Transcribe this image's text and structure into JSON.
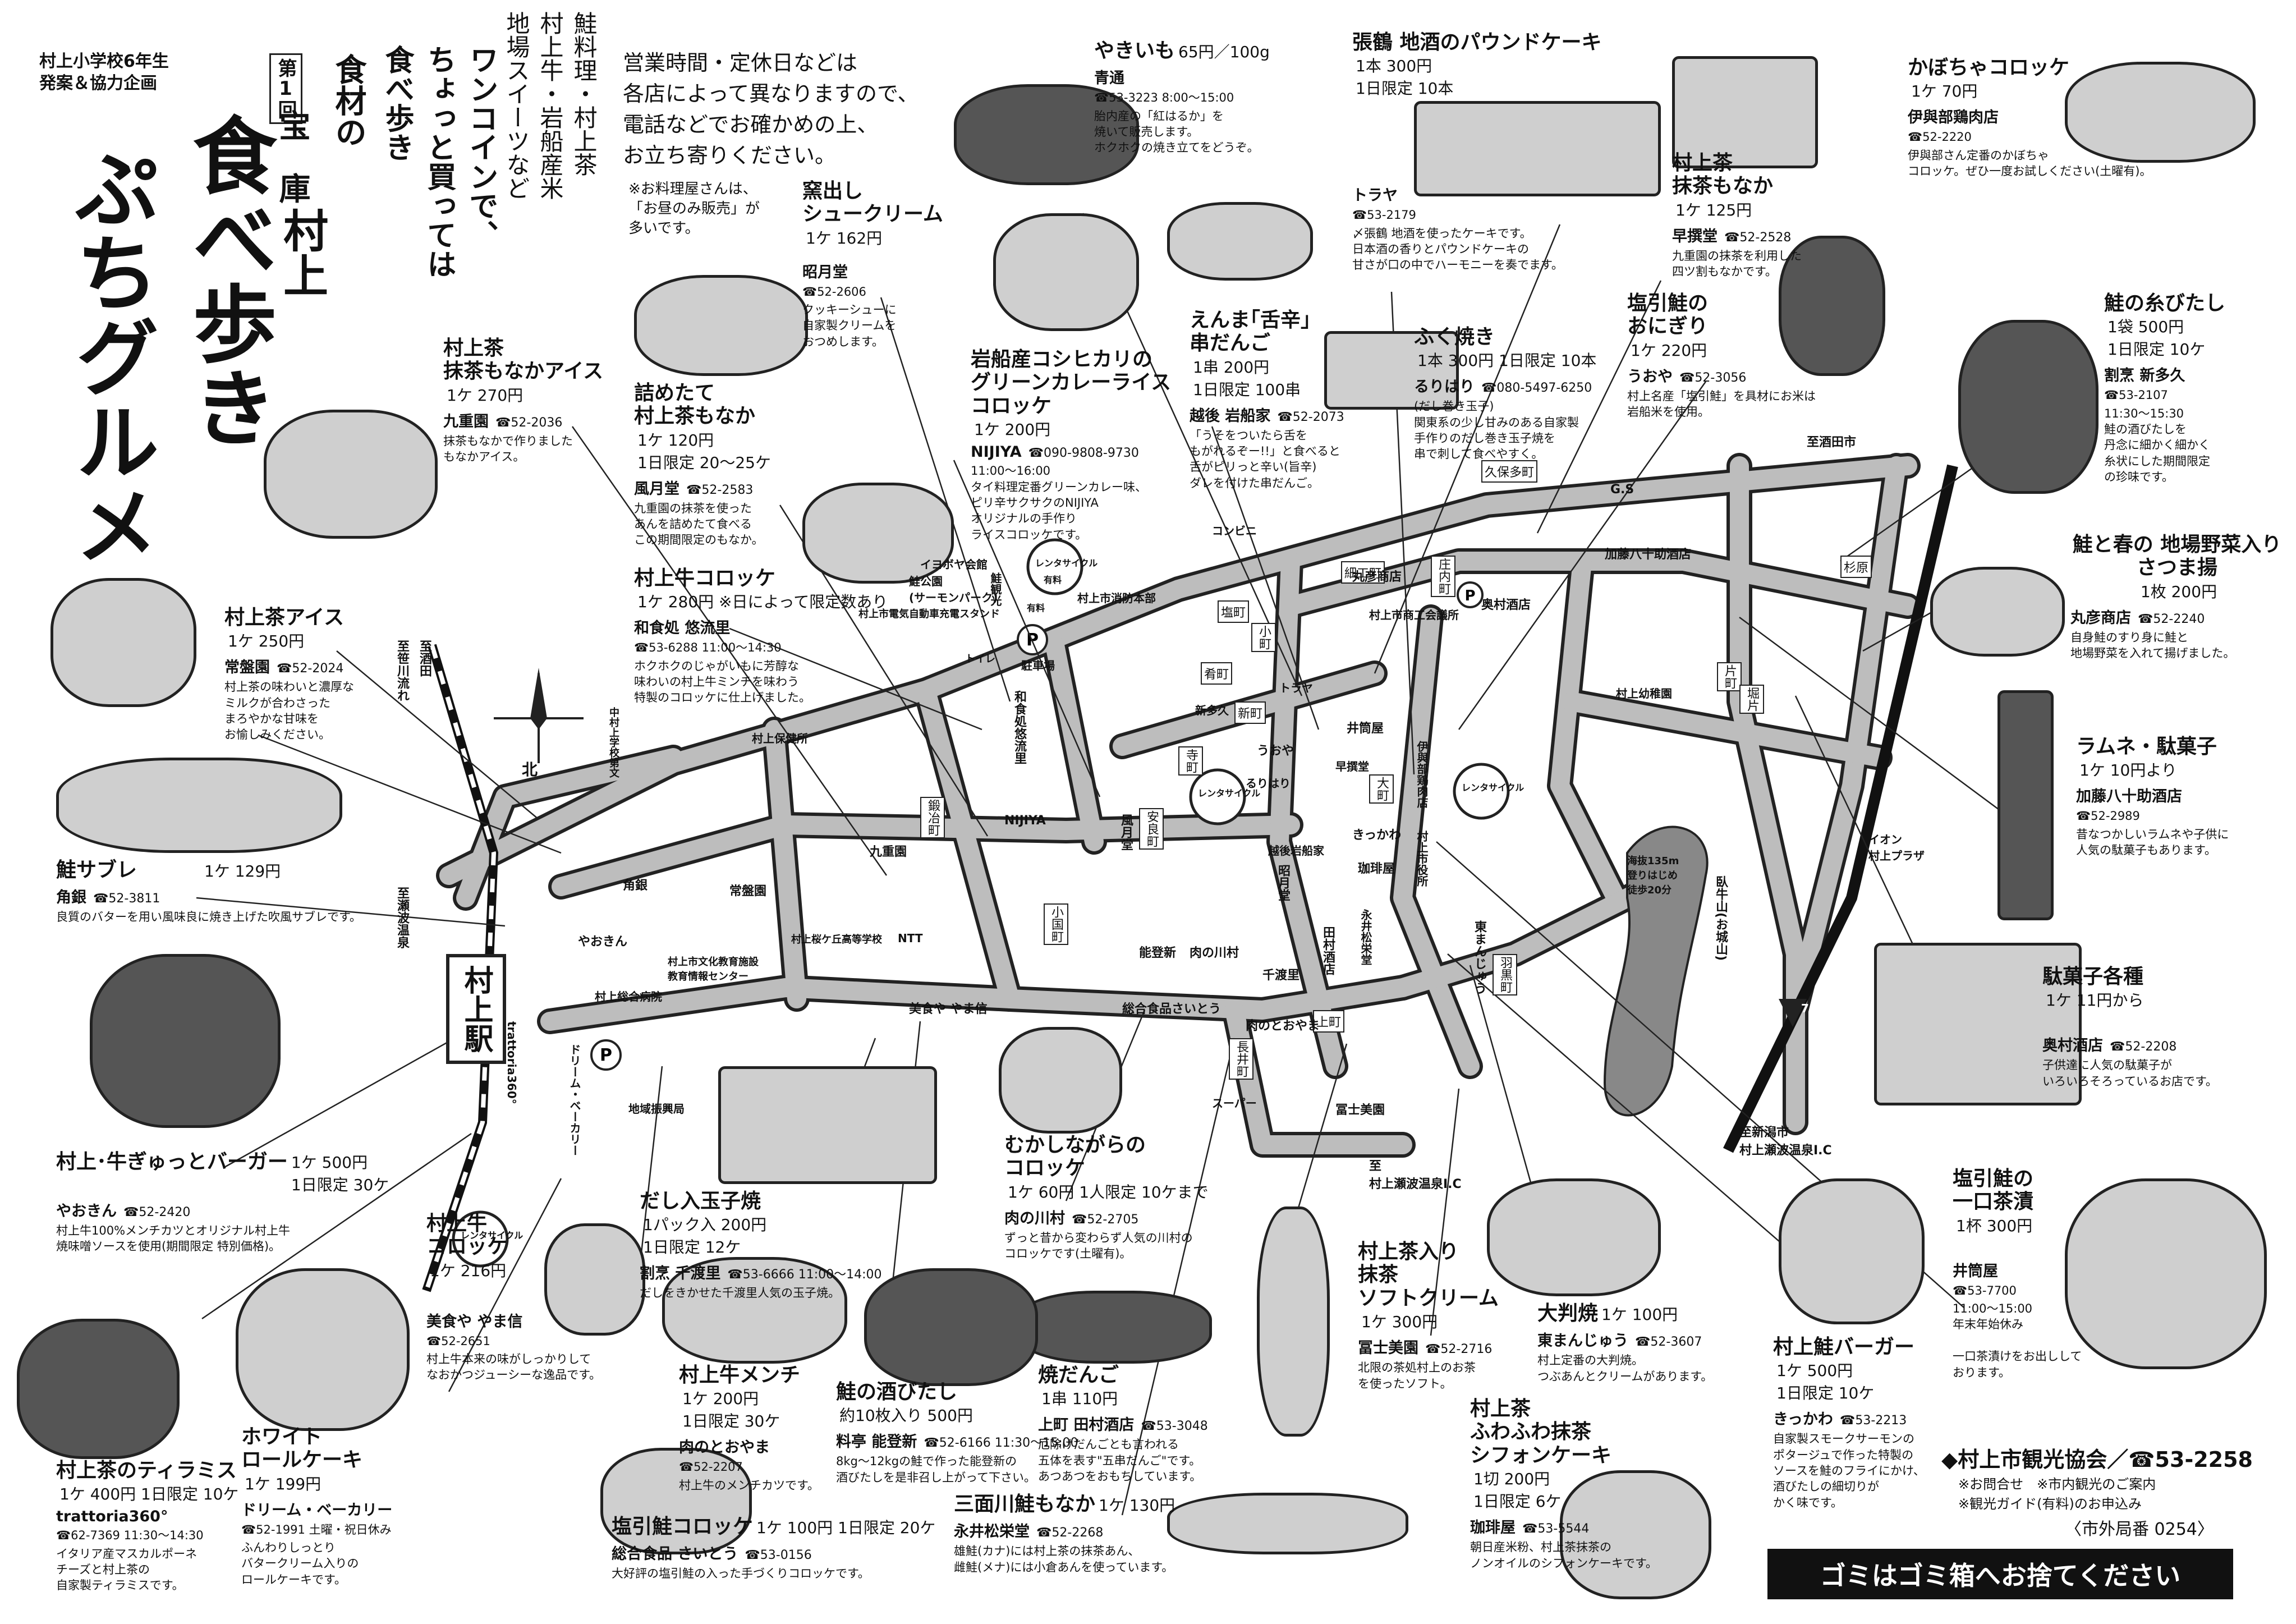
{
  "header": {
    "school": "村上小学校6年生",
    "project": "発案＆協力企画",
    "issue": "第1回",
    "subtitle1": "食材の",
    "subtitle2": "宝　庫",
    "town": "村上",
    "title1": "食べ歩き",
    "title2": "ぷちグルメ",
    "slogan1": "ワンコインで、",
    "slogan2": "ちょっと買っては",
    "slogan3": "食べ歩き",
    "tags1": "鮭料理・村上茶",
    "tags2": "村上牛・岩船産米",
    "tags3": "地場スイーツなど",
    "notice1": "営業時間・定休日などは",
    "notice2": "各店によって異なりますので、",
    "notice3": "電話などでお確かめの上、",
    "notice4": "お立ち寄りください。",
    "note1": "※お料理屋さんは、",
    "note2": "「お昼のみ販売」が",
    "note3": "多いです。"
  },
  "items": [
    {
      "name": "村上茶\n抹茶もなかアイス",
      "price": "1ケ 270円",
      "shop": "九重園",
      "tel": "☎52-2036",
      "desc": "抹茶もなかで作りました\nもなかアイス。"
    },
    {
      "name": "村上茶アイス",
      "price": "1ケ 250円",
      "shop": "常盤園",
      "tel": "☎52-2024",
      "desc": "村上茶の味わいと濃厚な\nミルクが合わさった\nまろやかな甘味を\nお愉しみください。"
    },
    {
      "name": "鮭サブレ",
      "price": "1ケ 129円",
      "shop": "角銀",
      "tel": "☎52-3811",
      "desc": "良質のバターを用い風味良に焼き上げた吹風サブレです。"
    },
    {
      "name": "村上･牛ぎゅっとバーガー",
      "price": "1ケ 500円\n1日限定 30ケ",
      "shop": "やおきん",
      "tel": "☎52-2420",
      "desc": "村上牛100%メンチカツとオリジナル村上牛\n焼味噌ソースを使用(期間限定 特別価格)。"
    },
    {
      "name": "村上茶のティラミス",
      "price": "1ケ 400円 1日限定 10ケ",
      "shop": "trattoria360°",
      "tel": "☎62-7369 11:30〜14:30",
      "desc": "イタリア産マスカルポーネ\nチーズと村上茶の\n自家製ティラミスです。"
    },
    {
      "name": "ホワイト\nロールケーキ",
      "price": "1ケ 199円",
      "shop": "ドリーム・ベーカリー",
      "tel": "☎52-1991 土曜・祝日休み",
      "desc": "ふんわりしっとり\nバタークリーム入りの\nロールケーキです。"
    },
    {
      "name": "村上牛\nコロッケ",
      "price": "1ケ 216円",
      "shop": "美食や やま信",
      "tel": "☎52-2651",
      "desc": "村上牛本来の味がしっかりして\nなおかつジューシーな逸品です。"
    },
    {
      "name": "だし入玉子焼",
      "price": "1パック入 200円\n1日限定 12ケ",
      "shop": "割烹 千渡里",
      "tel": "☎53-6666 11:00〜14:00",
      "desc": "だしをきかせた千渡里人気の玉子焼。"
    },
    {
      "name": "村上牛メンチ",
      "price": "1ケ 200円\n1日限定 30ケ",
      "shop": "肉のとおやま",
      "tel": "☎52-2207",
      "desc": "村上牛のメンチカツです。"
    },
    {
      "name": "塩引鮭コロッケ",
      "price": "1ケ 100円 1日限定 20ケ",
      "shop": "総合食品 さいとう",
      "tel": "☎53-0156",
      "desc": "大好評の塩引鮭の入った手づくりコロッケです。"
    },
    {
      "name": "むかしながらの\nコロッケ",
      "price": "1ケ 60円 1人限定 10ケまで",
      "shop": "肉の川村",
      "tel": "☎52-2705",
      "desc": "ずっと昔から変わらず人気の川村の\nコロッケです(土曜有)。"
    },
    {
      "name": "鮭の酒びたし",
      "price": "約10枚入り 500円",
      "shop": "料亭 能登新",
      "tel": "☎52-6166 11:30〜15:00",
      "desc": "8kg〜12kgの鮭で作った能登新の\n酒びたしを是非召し上がって下さい。"
    },
    {
      "name": "三面川鮭もなか",
      "price": "1ケ 130円",
      "shop": "永井松栄堂",
      "tel": "☎52-2268",
      "desc": "雄鮭(カナ)には村上茶の抹茶あん、\n雌鮭(メナ)には小倉あんを使っています。"
    },
    {
      "name": "焼だんご",
      "price": "1串 110円",
      "shop": "上町 田村酒店",
      "tel": "☎53-3048",
      "desc": "厄除けだんごとも言われる\n五体を表す\"五串だんご\"です。\nあつあつをおもちしています。"
    },
    {
      "name": "村上茶入り\n抹茶\nソフトクリーム",
      "price": "1ケ 300円",
      "shop": "冨士美園",
      "tel": "☎52-2716",
      "desc": "北限の茶処村上のお茶\nを使ったソフト。"
    },
    {
      "name": "大判焼",
      "price": "1ケ 100円",
      "shop": "東まんじゅう",
      "tel": "☎52-3607",
      "desc": "村上定番の大判焼。\nつぶあんとクリームがあります。"
    },
    {
      "name": "村上茶\nふわふわ抹茶\nシフォンケーキ",
      "price": "1切 200円\n1日限定 6ケ",
      "shop": "珈琲屋",
      "tel": "☎53-5544",
      "desc": "朝日産米粉、村上茶抹茶の\nノンオイルのシフォンケーキです。"
    },
    {
      "name": "村上鮭バーガー",
      "price": "1ケ 500円\n1日限定 10ケ",
      "shop": "きっかわ",
      "tel": "☎53-2213",
      "desc": "自家製スモークサーモンの\nポタージュで作った特製の\nソースを鮭のフライにかけ、\n酒びたしの細切りが\nかく味です。"
    },
    {
      "name": "塩引鮭の\n一口茶漬",
      "price": "1杯 300円",
      "shop": "井筒屋",
      "tel": "☎53-7700",
      "desc": "11:00〜15:00\n年末年始休み\n\n一口茶漬けをお出しして\nおります。"
    },
    {
      "name": "駄菓子各種",
      "price": "1ケ 11円から",
      "shop": "奥村酒店",
      "tel": "☎52-2208",
      "desc": "子供達に人気の駄菓子が\nいろいろそろっているお店です。"
    },
    {
      "name": "ラムネ・駄菓子",
      "price": "1ケ 10円より",
      "shop": "加藤八十助酒店",
      "tel": "☎52-2989",
      "desc": "昔なつかしいラムネや子供に\n人気の駄菓子もあります。"
    },
    {
      "name": "鮭と春の\n地場野菜入り\nさつま揚",
      "price": "1枚 200円",
      "shop": "丸彦商店",
      "tel": "☎52-2240",
      "desc": "自身鮭のすり身に鮭と\n地場野菜を入れて揚げました。"
    },
    {
      "name": "鮭の糸びたし",
      "price": "1袋 500円\n1日限定 10ケ",
      "shop": "割烹 新多久",
      "tel": "☎53-2107",
      "desc": "11:30〜15:30\n鮭の酒びたしを\n丹念に細かく細かく\n糸状にした期間限定\nの珍味です。"
    },
    {
      "name": "かぼちゃコロッケ",
      "price": "1ケ 70円",
      "shop": "伊與部鶏肉店",
      "tel": "☎52-2220",
      "desc": "伊與部さん定番のかぼちゃ\nコロッケ。ぜひ一度お試しください(土曜有)。"
    },
    {
      "name": "村上茶\n抹茶もなか",
      "price": "1ケ 125円",
      "shop": "早撰堂",
      "tel": "☎52-2528",
      "desc": "九重園の抹茶を利用した\n四ツ割もなかです。"
    },
    {
      "name": "塩引鮭の\nおにぎり",
      "price": "1ケ 220円",
      "shop": "うおや",
      "tel": "☎52-3056",
      "desc": "村上名産「塩引鮭」を具材にお米は\n岩船米を使用。"
    },
    {
      "name": "張鶴 地酒のパウンドケーキ",
      "price": "1本 300円\n1日限定 10本",
      "shop": "トラヤ",
      "tel": "☎53-2179",
      "desc": "〆張鶴 地酒を使ったケーキです。\n日本酒の香りとパウンドケーキの\n甘さが口の中でハーモニーを奏でます。"
    },
    {
      "name": "ふく焼き",
      "price": "1本 300円 1日限定 10本",
      "shop": "るりはり",
      "tel": "☎080-5497-6250",
      "desc": "(だし巻き玉子)\n関東系の少し甘みのある自家製\n手作りのだし巻き玉子焼を\n串で刺して食べやすく。"
    },
    {
      "name": "えんま｢舌辛｣\n串だんご",
      "price": "1串 200円\n1日限定 100串",
      "shop": "越後 岩船家",
      "tel": "☎52-2073",
      "desc": "「うそをついたら舌を\nもがれるぞー!!」と食べると\n舌がピリっと辛い(旨辛)\nダレを付けた串だんご。"
    },
    {
      "name": "やきいも",
      "price": "65円／100g",
      "shop": "青通",
      "tel": "☎53-3223 8:00〜15:00",
      "desc": "胎内産の「紅はるか」を\n焼いて販売します。\nホクホクの焼き立てをどうぞ。"
    },
    {
      "name": "窯出し\nシュークリーム",
      "price": "1ケ 162円",
      "shop": "昭月堂",
      "tel": "☎52-2606",
      "desc": "クッキーシューに\n自家製クリームを\nおつめします。"
    },
    {
      "name": "岩船産コシヒカリの\nグリーンカレーライス\nコロッケ",
      "price": "1ケ 200円",
      "shop": "NIJIYA",
      "tel": "☎090-9808-9730",
      "desc": "11:00〜16:00\nタイ料理定番グリーンカレー味、\nピリ辛サクサクのNIJIYA\nオリジナルの手作り\nライスコロッケです。"
    },
    {
      "name": "詰めたて\n村上茶もなか",
      "price": "1ケ 120円\n1日限定 20〜25ケ",
      "shop": "風月堂",
      "tel": "☎52-2583",
      "desc": "九重園の抹茶を使った\nあんを詰めたて食べる\nこの期間限定のもなか。"
    },
    {
      "name": "村上牛コロッケ",
      "price": "1ケ 280円 ※日によって限定数あり",
      "shop": "和食処 悠流里",
      "tel": "☎53-6288 11:00〜14:30",
      "desc": "ホクホクのじゃがいもに芳醇な\n味わいの村上牛ミンチを味わう\n特製のコロッケに仕上げました。"
    }
  ],
  "footer": {
    "assoc": "◆村上市観光協会／☎53-2258",
    "info1": "※お問合せ　※市内観光のご案内",
    "info2": "※観光ガイド(有料)のお申込み",
    "area": "〈市外局番 0254〉",
    "garbage": "ゴミはゴミ箱へお捨てください"
  },
  "map": {
    "station": "村上駅",
    "north": "北",
    "labels": [
      {
        "t": "至酒田市"
      },
      {
        "t": "至新潟市\n村上瀬波温泉I.C"
      },
      {
        "t": "至\n村上瀬波温泉I.C"
      },
      {
        "t": "至瀬波温泉"
      },
      {
        "t": "至笹川流れ"
      },
      {
        "t": "至酒田"
      },
      {
        "t": "臥牛山(お城山)"
      },
      {
        "t": "海抜135m\n登りはじめ\n徒歩20分"
      },
      {
        "t": "G.S"
      },
      {
        "t": "鮭公園\n(サーモンパーク)"
      },
      {
        "t": "イヨボヤ会館"
      },
      {
        "t": "村上市役所"
      },
      {
        "t": "村上市商工会議所"
      },
      {
        "t": "コンビニ"
      },
      {
        "t": "村上保健所"
      },
      {
        "t": "NTT"
      },
      {
        "t": "スーパー"
      },
      {
        "t": "村上総合病院"
      },
      {
        "t": "村上桜ケ丘高等学校"
      },
      {
        "t": "村上市文化教育施設\n教育情報センター"
      },
      {
        "t": "中村上学校第文"
      },
      {
        "t": "村上市消防本部"
      },
      {
        "t": "イオン\n村上プラザ"
      },
      {
        "t": "地域振興局"
      },
      {
        "t": "村上幼稚園"
      },
      {
        "t": "村上市電気自動車充電スタンド"
      },
      {
        "t": "駐車場"
      },
      {
        "t": "鮭観光"
      },
      {
        "t": "トイレ"
      },
      {
        "t": "有料"
      },
      {
        "t": "トラヤ"
      }
    ],
    "rental": "レンタサイクル",
    "rental_fee": "有料",
    "route": "7",
    "streets": [
      {
        "t": "肴町"
      },
      {
        "t": "安良町"
      },
      {
        "t": "塩町"
      },
      {
        "t": "小国町"
      },
      {
        "t": "大町"
      },
      {
        "t": "上町"
      },
      {
        "t": "寺町"
      },
      {
        "t": "新町"
      },
      {
        "t": "羽黒町"
      },
      {
        "t": "杉原"
      },
      {
        "t": "片町"
      },
      {
        "t": "庄内町"
      },
      {
        "t": "細工町"
      },
      {
        "t": "久保多町"
      },
      {
        "t": "鍛冶町"
      },
      {
        "t": "堀片"
      },
      {
        "t": "長井町"
      },
      {
        "t": "小町"
      }
    ],
    "shops": [
      {
        "t": "丸彦商店"
      },
      {
        "t": "奥村酒店"
      },
      {
        "t": "加藤八十助酒店"
      },
      {
        "t": "井筒屋"
      },
      {
        "t": "きっかわ"
      },
      {
        "t": "珈琲屋"
      },
      {
        "t": "越後岩船家"
      },
      {
        "t": "うおや"
      },
      {
        "t": "るりはり"
      },
      {
        "t": "早撰堂"
      },
      {
        "t": "九重園"
      },
      {
        "t": "常盤園"
      },
      {
        "t": "角銀"
      },
      {
        "t": "やおきん"
      },
      {
        "t": "和食処悠流里"
      },
      {
        "t": "NIJIYA"
      },
      {
        "t": "風月堂"
      },
      {
        "t": "昭月堂"
      },
      {
        "t": "肉の川村"
      },
      {
        "t": "千渡里"
      },
      {
        "t": "能登新"
      },
      {
        "t": "美食や やま信"
      },
      {
        "t": "総合食品さいとう"
      },
      {
        "t": "肉のとおやま"
      },
      {
        "t": "冨士美園"
      },
      {
        "t": "東まんじゅう"
      },
      {
        "t": "田村酒店"
      },
      {
        "t": "永井松栄堂"
      },
      {
        "t": "新多久"
      },
      {
        "t": "伊與部鶏肉店"
      },
      {
        "t": "trattoria360°"
      },
      {
        "t": "ドリーム・ベーカリー"
      }
    ]
  }
}
